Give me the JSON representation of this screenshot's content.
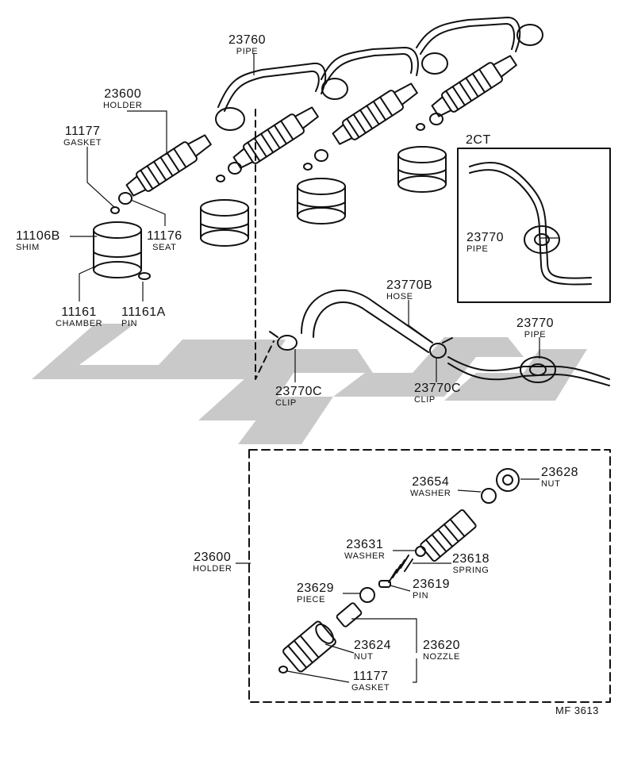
{
  "diagram": {
    "footer_code": "MF 3613",
    "inset_title": "2CT",
    "callouts": [
      {
        "id": "c23760",
        "num": "23760",
        "name": "PIPE"
      },
      {
        "id": "c23600a",
        "num": "23600",
        "name": "HOLDER"
      },
      {
        "id": "c11177a",
        "num": "11177",
        "name": "GASKET"
      },
      {
        "id": "c11106b",
        "num": "11106B",
        "name": "SHIM"
      },
      {
        "id": "c11176",
        "num": "11176",
        "name": "SEAT"
      },
      {
        "id": "c11161",
        "num": "11161",
        "name": "CHAMBER"
      },
      {
        "id": "c11161a",
        "num": "11161A",
        "name": "PIN"
      },
      {
        "id": "c23770b",
        "num": "23770B",
        "name": "HOSE"
      },
      {
        "id": "c23770",
        "num": "23770",
        "name": "PIPE"
      },
      {
        "id": "c23770c1",
        "num": "23770C",
        "name": "CLIP"
      },
      {
        "id": "c23770c2",
        "num": "23770C",
        "name": "CLIP"
      },
      {
        "id": "c23770i",
        "num": "23770",
        "name": "PIPE"
      },
      {
        "id": "c23628",
        "num": "23628",
        "name": "NUT"
      },
      {
        "id": "c23654",
        "num": "23654",
        "name": "WASHER"
      },
      {
        "id": "c23631",
        "num": "23631",
        "name": "WASHER"
      },
      {
        "id": "c23618",
        "num": "23618",
        "name": "SPRING"
      },
      {
        "id": "c23600b",
        "num": "23600",
        "name": "HOLDER"
      },
      {
        "id": "c23629",
        "num": "23629",
        "name": "PIECE"
      },
      {
        "id": "c23619",
        "num": "23619",
        "name": "PIN"
      },
      {
        "id": "c23624",
        "num": "23624",
        "name": "NUT"
      },
      {
        "id": "c23620",
        "num": "23620",
        "name": "NOZZLE"
      },
      {
        "id": "c11177b",
        "num": "11177",
        "name": "GASKET"
      }
    ]
  },
  "colors": {
    "line": "#111111",
    "watermark": "#c9c9c9",
    "background": "#ffffff"
  }
}
